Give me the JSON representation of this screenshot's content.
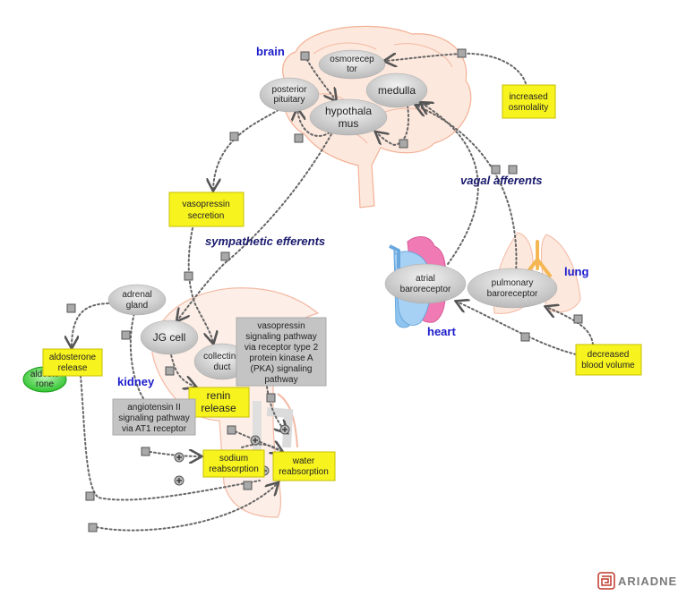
{
  "organs": {
    "brain": "brain",
    "heart": "heart",
    "lung": "lung",
    "kidney": "kidney"
  },
  "pathways": {
    "vagal": "vagal afferents",
    "sympathetic": "sympathetic efferents"
  },
  "nodes": {
    "osmoreceptor": [
      "osmorecep",
      "tor"
    ],
    "medulla": [
      "medulla"
    ],
    "posterior_pituitary": [
      "posterior",
      "pituitary"
    ],
    "hypothalamus": [
      "hypothala",
      "mus"
    ],
    "atrial_baroreceptor": [
      "atrial",
      "baroreceptor"
    ],
    "pulmonary_baroreceptor": [
      "pulmonary",
      "baroreceptor"
    ],
    "adrenal_gland": [
      "adrenal",
      "gland"
    ],
    "jg_cell": [
      "JG cell"
    ],
    "collecting_duct": [
      "collecting",
      "duct"
    ],
    "aldosterone": [
      "aldoste",
      "rone"
    ]
  },
  "boxes": {
    "increased_osmolality": [
      "increased",
      "osmolality"
    ],
    "vasopressin_secretion": [
      "vasopressin",
      "secretion"
    ],
    "decreased_blood_volume": [
      "decreased",
      "blood volume"
    ],
    "aldosterone_release": [
      "aldosterone",
      "release"
    ],
    "renin_release": [
      "renin",
      "release"
    ],
    "sodium_reabsorption": [
      "sodium",
      "reabsorption"
    ],
    "water_reabsorption": [
      "water",
      "reabsorption"
    ],
    "vasopressin_pathway": [
      "vasopressin",
      "signaling pathway",
      "via receptor type 2",
      "protein kinase A",
      "(PKA) signaling",
      "pathway"
    ],
    "angiotensin_pathway": [
      "angiotensin II",
      "signaling pathway",
      "via AT1 receptor"
    ]
  },
  "logo": {
    "text": "ARIADNE"
  },
  "colors": {
    "organ_label": "#1c1ccc",
    "pathway_label": "#1a1a6e",
    "box_yellow": "#f7f31f",
    "box_gray": "#c4c4c4",
    "aldosterone_green": "#3cd23c",
    "logo_red": "#c0392b"
  }
}
